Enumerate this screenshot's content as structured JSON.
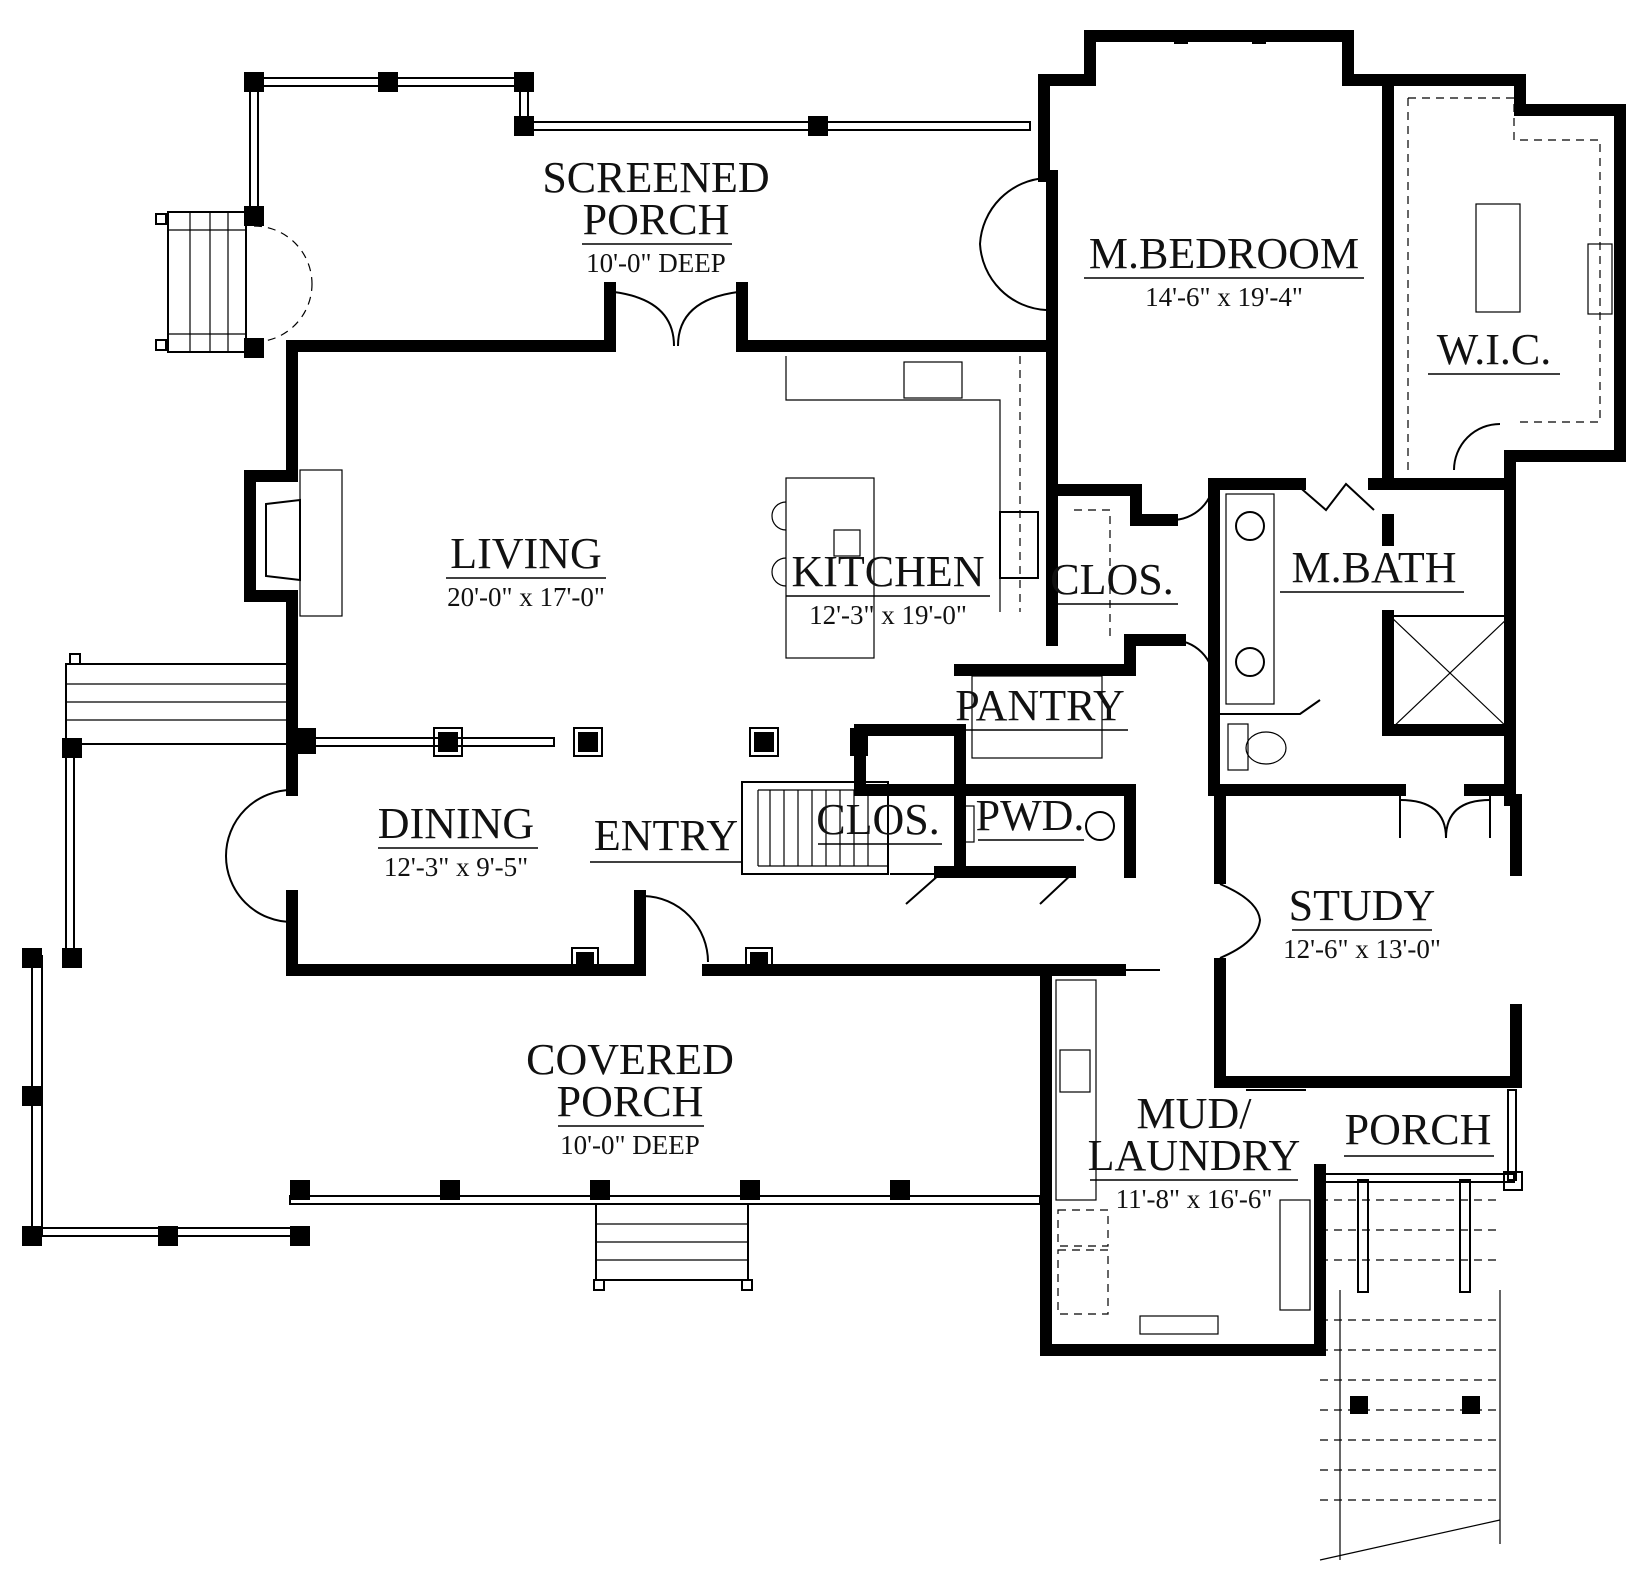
{
  "rooms": {
    "screened_porch": {
      "name_line1": "SCREENED",
      "name_line2": "PORCH",
      "dims": "10'-0\" DEEP"
    },
    "master_bedroom": {
      "name": "M.BEDROOM",
      "dims": "14'-6\" x 19'-4\""
    },
    "wic": {
      "name": "W.I.C."
    },
    "living": {
      "name": "LIVING",
      "dims": "20'-0\" x 17'-0\""
    },
    "kitchen": {
      "name": "KITCHEN",
      "dims": "12'-3\" x 19'-0\""
    },
    "closet_hall": {
      "name": "CLOS."
    },
    "master_bath": {
      "name": "M.BATH"
    },
    "pantry": {
      "name": "PANTRY"
    },
    "dining": {
      "name": "DINING",
      "dims": "12'-3\" x 9'-5\""
    },
    "entry": {
      "name": "ENTRY"
    },
    "closet_stair": {
      "name": "CLOS."
    },
    "powder": {
      "name": "PWD."
    },
    "study": {
      "name": "STUDY",
      "dims": "12'-6\" x 13'-0\""
    },
    "covered_porch": {
      "name_line1": "COVERED",
      "name_line2": "PORCH",
      "dims": "10'-0\" DEEP"
    },
    "mud_laundry": {
      "name_line1": "MUD/",
      "name_line2": "LAUNDRY",
      "dims": "11'-8\" x 16'-6\""
    },
    "side_porch": {
      "name": "PORCH"
    }
  }
}
